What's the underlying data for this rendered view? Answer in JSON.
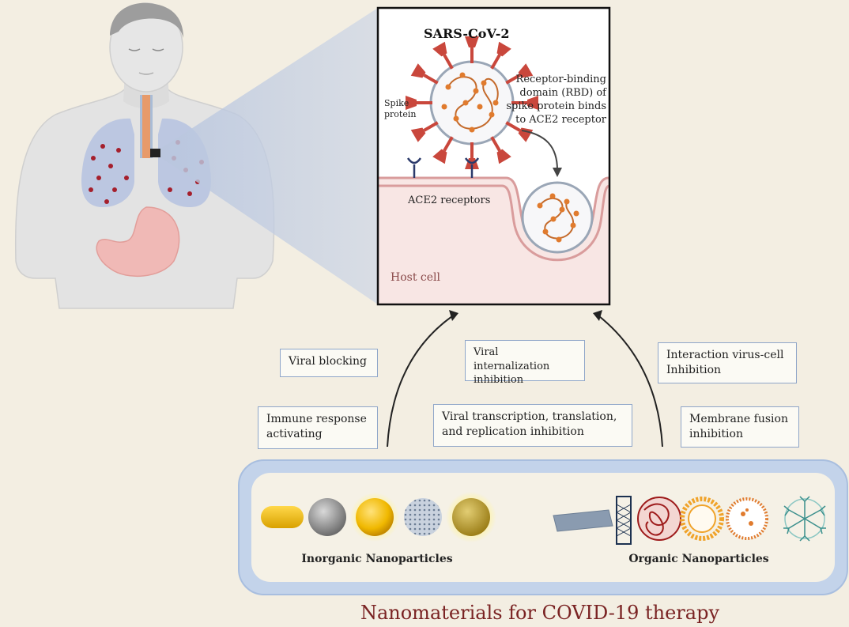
{
  "virus": {
    "name": "SARS-CoV-2",
    "spike_label": [
      "Spike",
      "protein"
    ],
    "rbd_label": [
      "Receptor-binding",
      "domain (RBD) of",
      "spike protein binds",
      "to ACE2 receptor"
    ],
    "receptor_label": "ACE2 receptors",
    "host_label": "Host cell"
  },
  "mechanisms": {
    "viral_blocking": "Viral blocking",
    "internalization_1": "Viral internalization",
    "internalization_2": "inhibition",
    "interaction_1": "Interaction virus-cell",
    "interaction_2": "Inhibition",
    "immune_1": "Immune response",
    "immune_2": "activating",
    "transcription_1": "Viral transcription, translation,",
    "transcription_2": "and replication inhibition",
    "fusion_1": "Membrane fusion",
    "fusion_2": "inhibition"
  },
  "nanoparticles": {
    "inorganic": "Inorganic Nanoparticles",
    "organic": "Organic Nanoparticles"
  },
  "footer_title": "Nanomaterials for COVID-19 therapy",
  "colors": {
    "background": "#f3eee2",
    "virus_red": "#c9473c",
    "rna_orange": "#e07b2e",
    "host_pink": "#f8e6e4",
    "footer_text": "#7a2323",
    "box_border": "#8fa6c9"
  }
}
